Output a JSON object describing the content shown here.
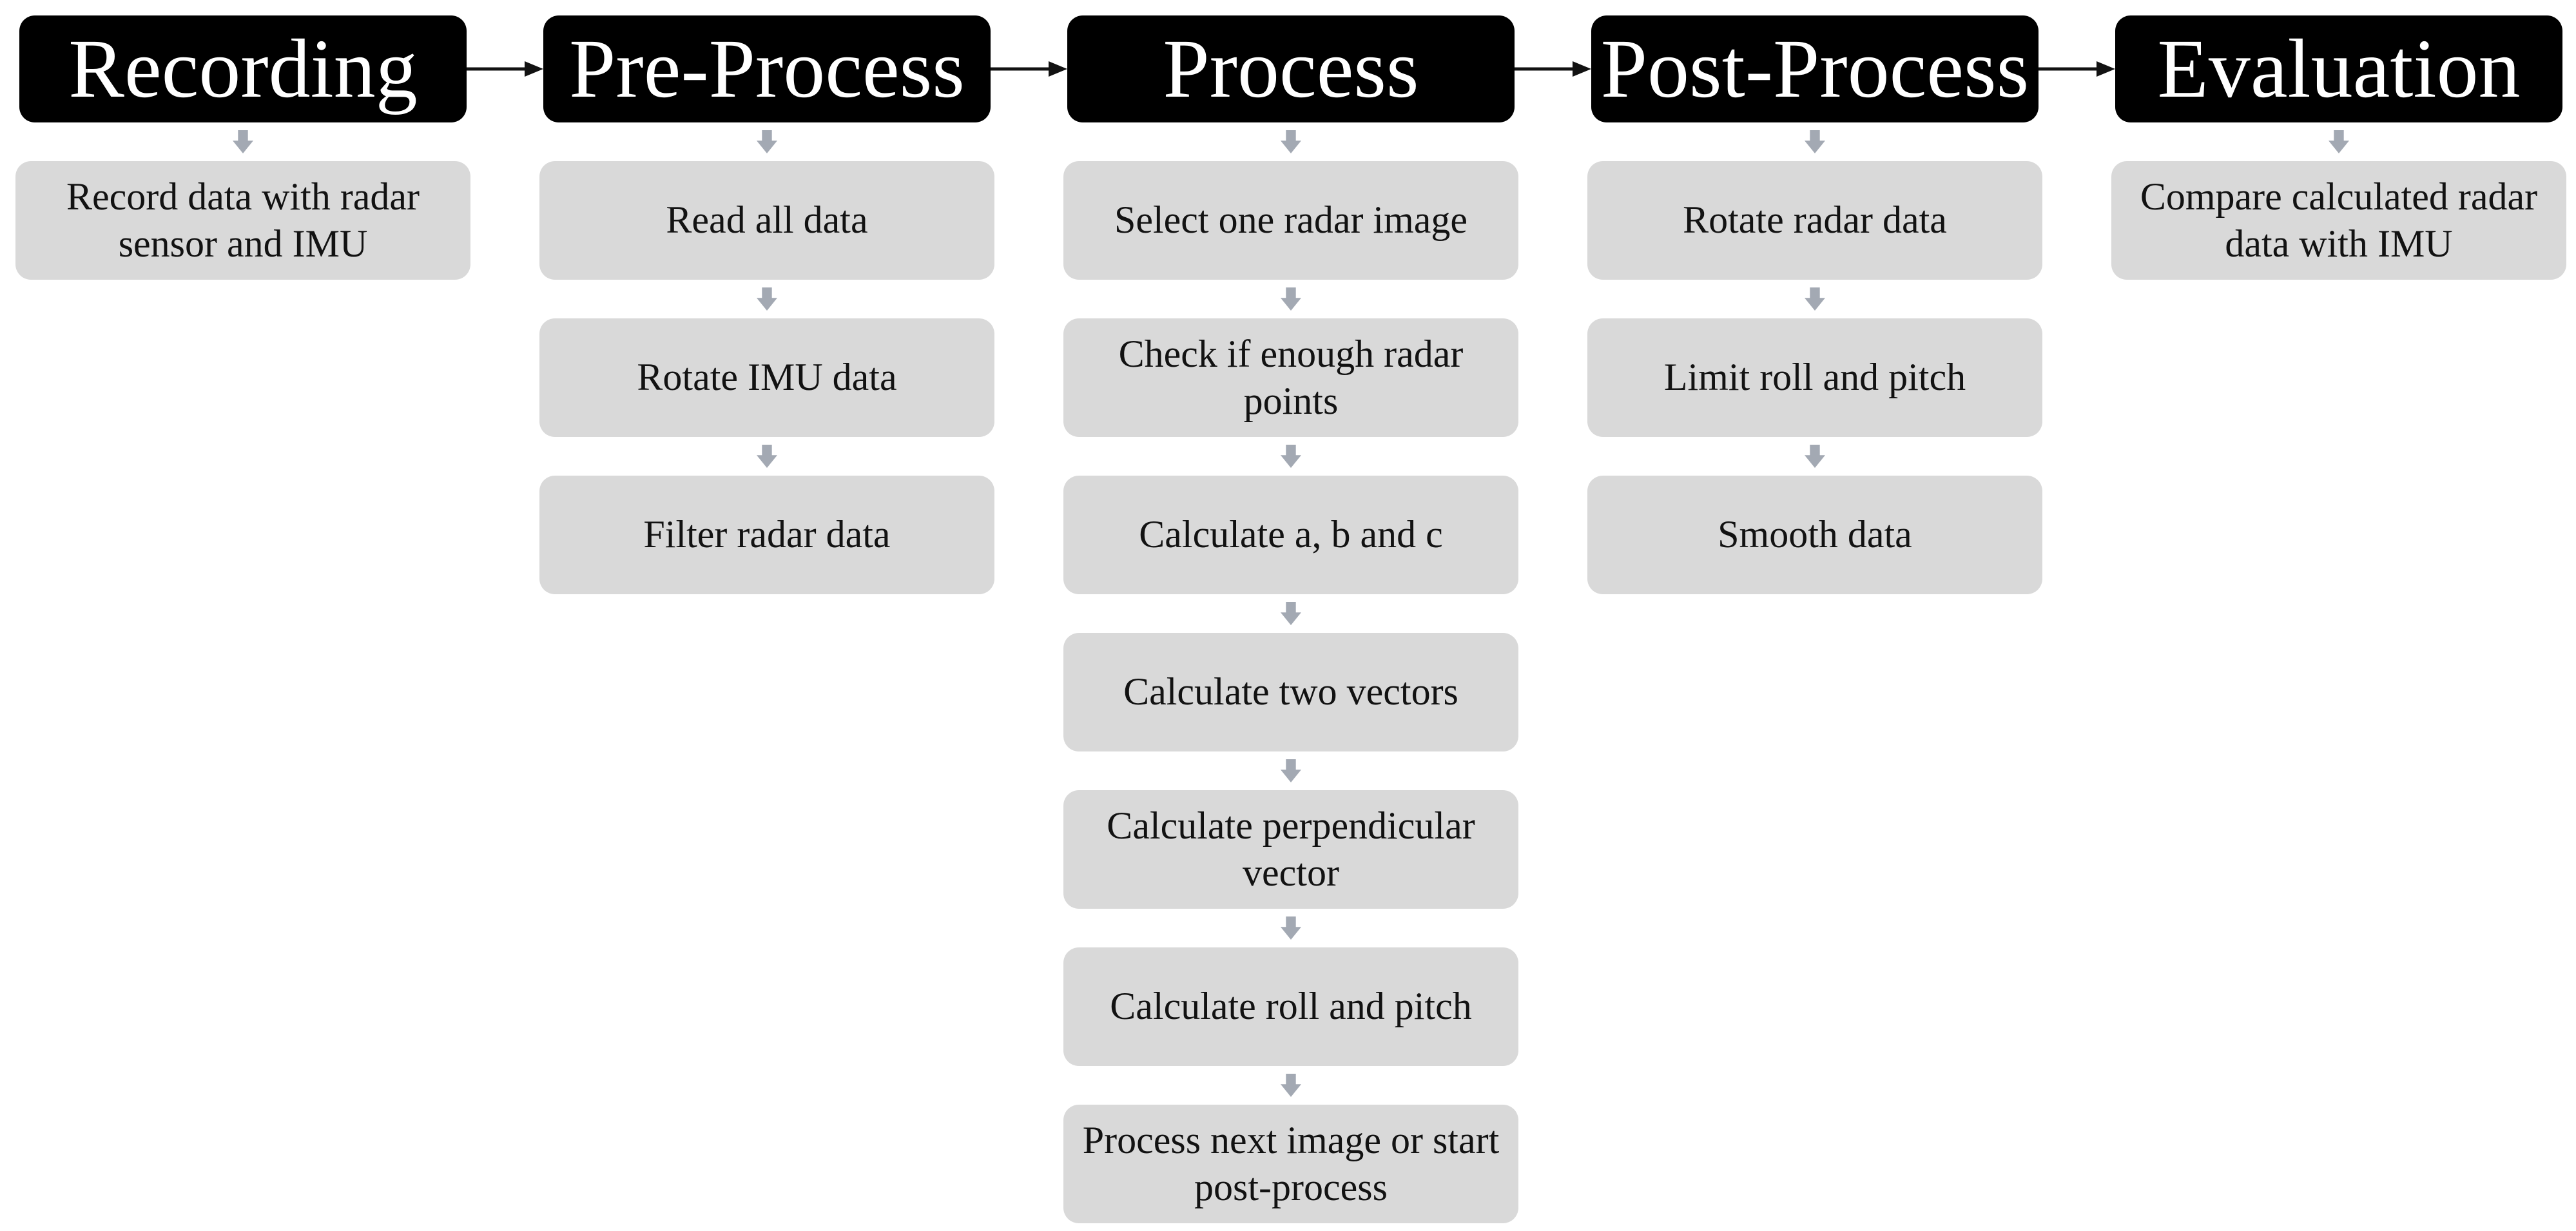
{
  "colors": {
    "stage_bg": "#000000",
    "stage_text": "#ffffff",
    "step_bg": "#d9d9d9",
    "step_text": "#121212",
    "down_arrow": "#a3a9b3",
    "flow_arrow": "#121212"
  },
  "columns": [
    {
      "id": "recording",
      "title": "Recording",
      "steps": [
        "Record data with radar sensor and IMU"
      ]
    },
    {
      "id": "pre-process",
      "title": "Pre-Process",
      "steps": [
        "Read all data",
        "Rotate IMU data",
        "Filter radar data"
      ]
    },
    {
      "id": "process",
      "title": "Process",
      "steps": [
        "Select one radar image",
        "Check if enough radar points",
        "Calculate a, b and c",
        "Calculate two vectors",
        "Calculate perpendicular vector",
        "Calculate roll and pitch",
        "Process next image or start post-process"
      ]
    },
    {
      "id": "post-process",
      "title": "Post-Process",
      "steps": [
        "Rotate radar data",
        "Limit roll and pitch",
        "Smooth data"
      ]
    },
    {
      "id": "evaluation",
      "title": "Evaluation",
      "steps": [
        "Compare calculated radar data with IMU"
      ]
    }
  ]
}
